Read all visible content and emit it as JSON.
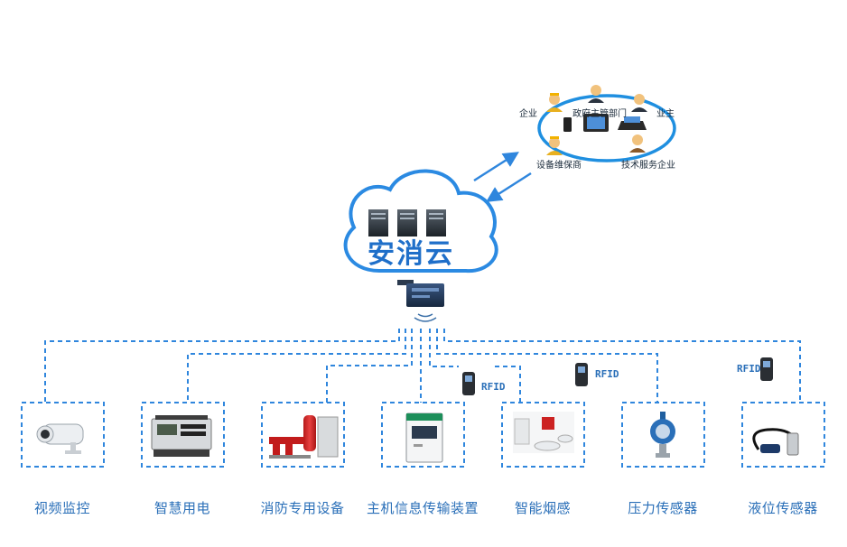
{
  "colors": {
    "accent": "#2a6fb8",
    "dashed": "#2f86dd",
    "cloud_stroke": "#2b8ae2",
    "ring": "#1f8fe0"
  },
  "cloud": {
    "title": "安消云"
  },
  "stakeholders": {
    "enterprise": "企业",
    "government": "政府主管部门",
    "owner": "业主",
    "maintainer": "设备维保商",
    "tech_service": "技术服务企业"
  },
  "rfid_label": "RFID",
  "devices": [
    {
      "label": "视频监控",
      "icon": "camera-icon"
    },
    {
      "label": "智慧用电",
      "icon": "power-meter-icon"
    },
    {
      "label": "消防专用设备",
      "icon": "fire-pump-icon"
    },
    {
      "label": "主机信息传输装置",
      "icon": "transmission-host-icon"
    },
    {
      "label": "智能烟感",
      "icon": "smoke-detector-icon"
    },
    {
      "label": "压力传感器",
      "icon": "pressure-sensor-icon"
    },
    {
      "label": "液位传感器",
      "icon": "level-sensor-icon"
    }
  ]
}
